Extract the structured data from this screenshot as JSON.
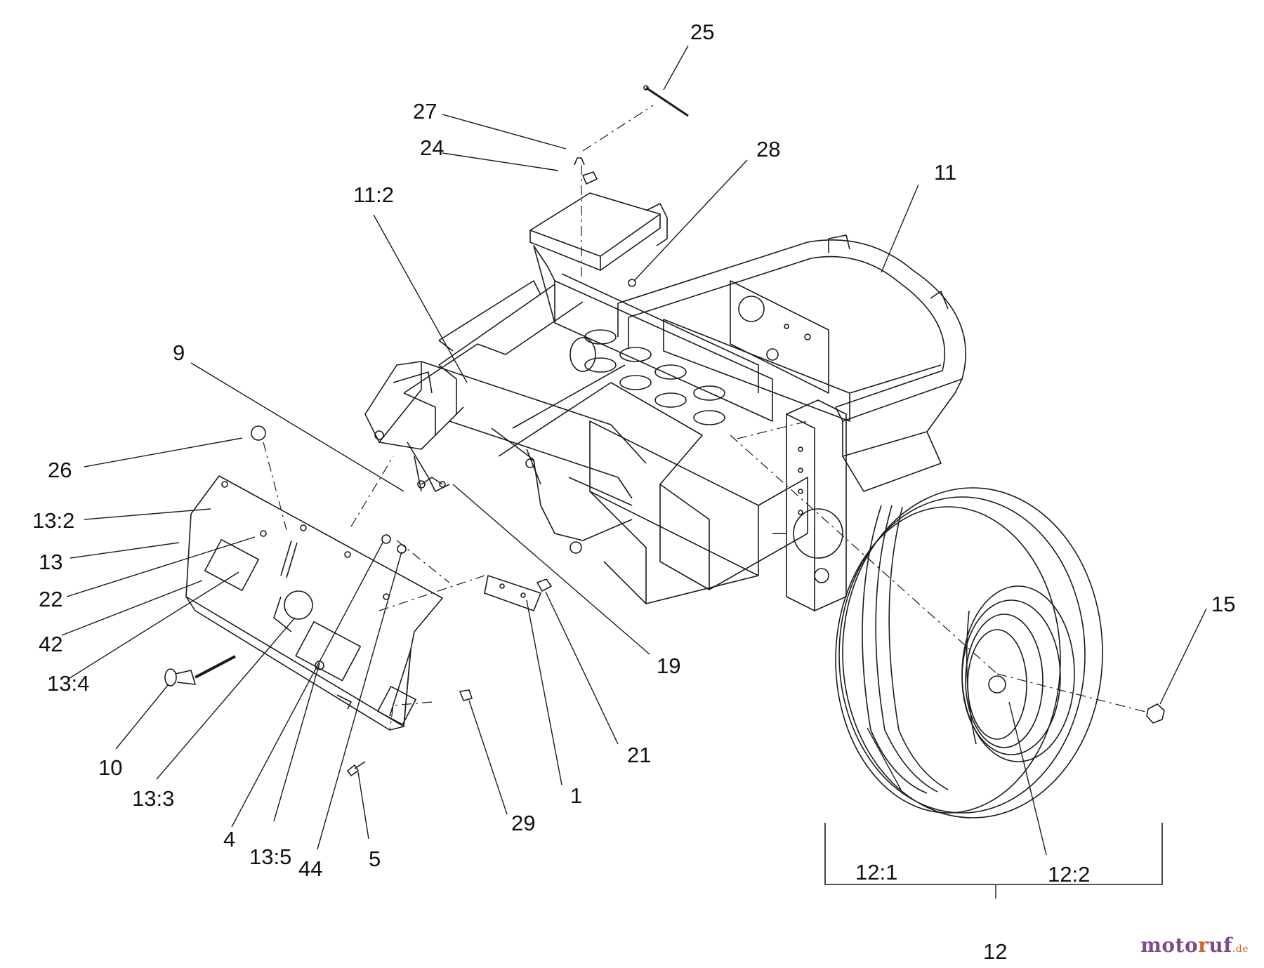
{
  "diagram": {
    "callouts": [
      {
        "key": "c25",
        "text": "25"
      },
      {
        "key": "c27",
        "text": "27"
      },
      {
        "key": "c24",
        "text": "24"
      },
      {
        "key": "c28",
        "text": "28"
      },
      {
        "key": "c11",
        "text": "11"
      },
      {
        "key": "c11_2",
        "text": "11:2"
      },
      {
        "key": "c9",
        "text": "9"
      },
      {
        "key": "c26",
        "text": "26"
      },
      {
        "key": "c13_2",
        "text": "13:2"
      },
      {
        "key": "c13",
        "text": "13"
      },
      {
        "key": "c22",
        "text": "22"
      },
      {
        "key": "c42",
        "text": "42"
      },
      {
        "key": "c13_4",
        "text": "13:4"
      },
      {
        "key": "c10",
        "text": "10"
      },
      {
        "key": "c13_3",
        "text": "13:3"
      },
      {
        "key": "c4",
        "text": "4"
      },
      {
        "key": "c13_5",
        "text": "13:5"
      },
      {
        "key": "c44",
        "text": "44"
      },
      {
        "key": "c5",
        "text": "5"
      },
      {
        "key": "c29",
        "text": "29"
      },
      {
        "key": "c1",
        "text": "1"
      },
      {
        "key": "c21",
        "text": "21"
      },
      {
        "key": "c19",
        "text": "19"
      },
      {
        "key": "c15",
        "text": "15"
      },
      {
        "key": "c12_1",
        "text": "12:1"
      },
      {
        "key": "c12_2",
        "text": "12:2"
      },
      {
        "key": "c12",
        "text": "12"
      }
    ]
  },
  "watermark": {
    "brand_a": "moto",
    "brand_b": "r",
    "brand_c": "uf",
    "tld": ".de"
  },
  "colors": {
    "line": "#1a1a1a",
    "background": "#ffffff",
    "watermark": "#7d4a8c"
  }
}
